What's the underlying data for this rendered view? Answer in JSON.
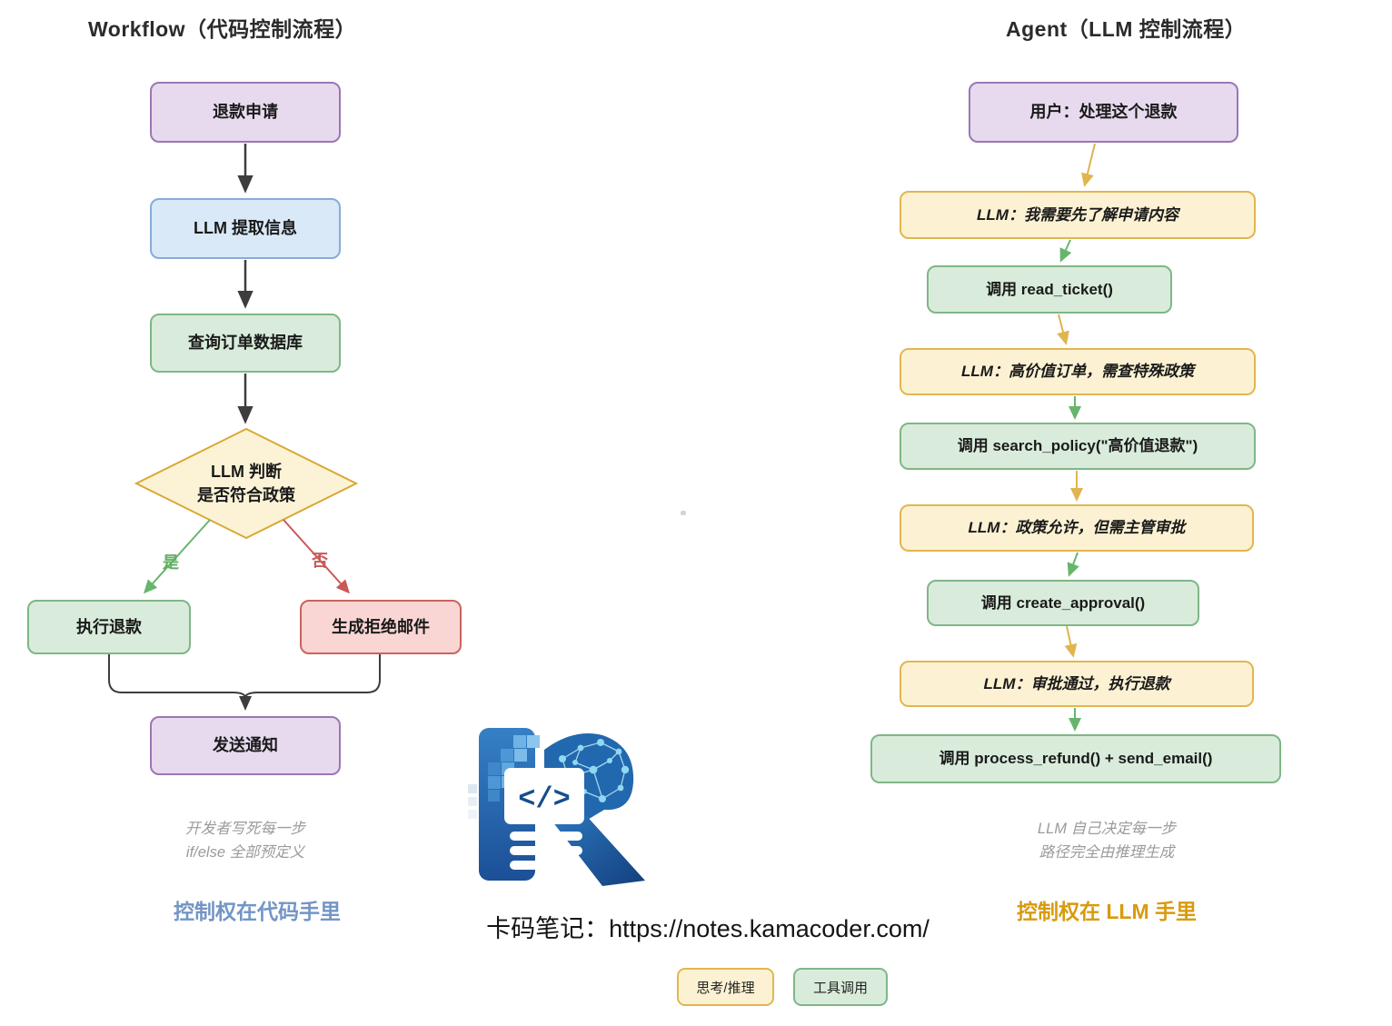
{
  "left": {
    "title": "Workflow（代码控制流程）",
    "nodes": {
      "start": "退款申请",
      "extract": "LLM 提取信息",
      "query": "查询订单数据库",
      "decision1": "LLM 判断",
      "decision2": "是否符合政策",
      "refund": "执行退款",
      "reject": "生成拒绝邮件",
      "notify": "发送通知"
    },
    "branch": {
      "yes": "是",
      "no": "否"
    },
    "caption": [
      "开发者写死每一步",
      "if/else 全部预定义"
    ],
    "footer": "控制权在代码手里"
  },
  "right": {
    "title": "Agent（LLM 控制流程）",
    "nodes": {
      "user": "用户：处理这个退款",
      "think1": "LLM：我需要先了解申请内容",
      "tool1": "调用 read_ticket()",
      "think2": "LLM：高价值订单，需查特殊政策",
      "tool2": "调用 search_policy(\"高价值退款\")",
      "think3": "LLM：政策允许，但需主管审批",
      "tool3": "调用 create_approval()",
      "think4": "LLM：审批通过，执行退款",
      "tool4": "调用 process_refund() + send_email()"
    },
    "caption": [
      "LLM 自己决定每一步",
      "路径完全由推理生成"
    ],
    "footer": "控制权在 LLM 手里"
  },
  "center": {
    "brand": "卡码笔记：https://notes.kamacoder.com/",
    "logo_code": "</>"
  },
  "legend": {
    "think": "思考/推理",
    "tool": "工具调用"
  },
  "colors": {
    "purple_fill": "#E7DAEE",
    "purple_border": "#9C76B4",
    "blue_fill": "#D9E9F8",
    "blue_border": "#86ACD9",
    "green_fill": "#D9ECDB",
    "green_border": "#7FB687",
    "yellow_fill": "#FCF2D3",
    "yellow_border": "#E2B64F",
    "red_fill": "#F9D6D3",
    "red_border": "#C96460",
    "dark_arrow": "#3D3D3D",
    "green_arrow": "#67B56D",
    "yellow_arrow": "#E0B44E",
    "red_arrow": "#C85A56",
    "footer_blue": "#7395C6",
    "footer_orange": "#D99A0B",
    "caption_gray": "#9B9B9B",
    "logo_blue": "#2268AE"
  }
}
